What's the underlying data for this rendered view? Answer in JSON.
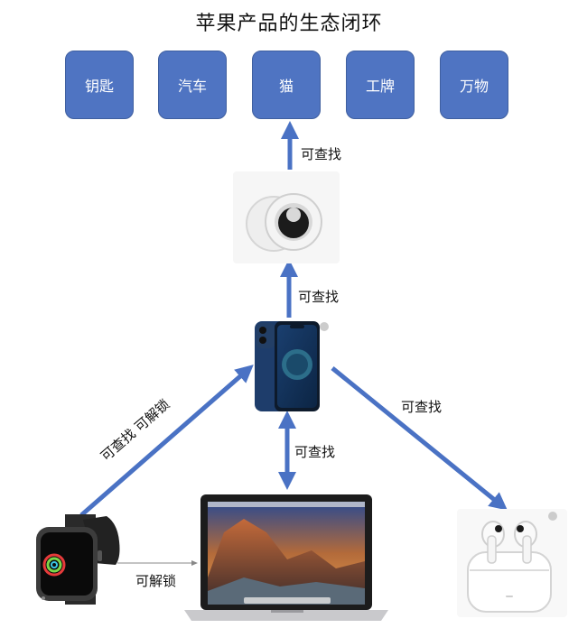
{
  "title": "苹果产品的生态闭环",
  "top_items": [
    "钥匙",
    "汽车",
    "猫",
    "工牌",
    "万物"
  ],
  "labels": {
    "airtag_to_items": "可查找",
    "iphone_to_airtag": "可查找",
    "iphone_mac": "可查找",
    "iphone_airpods": "可查找",
    "watch_iphone": "可查找 可解锁",
    "watch_mac": "可解锁"
  },
  "colors": {
    "box_fill": "#4f74c2",
    "arrow": "#4a72c4"
  }
}
